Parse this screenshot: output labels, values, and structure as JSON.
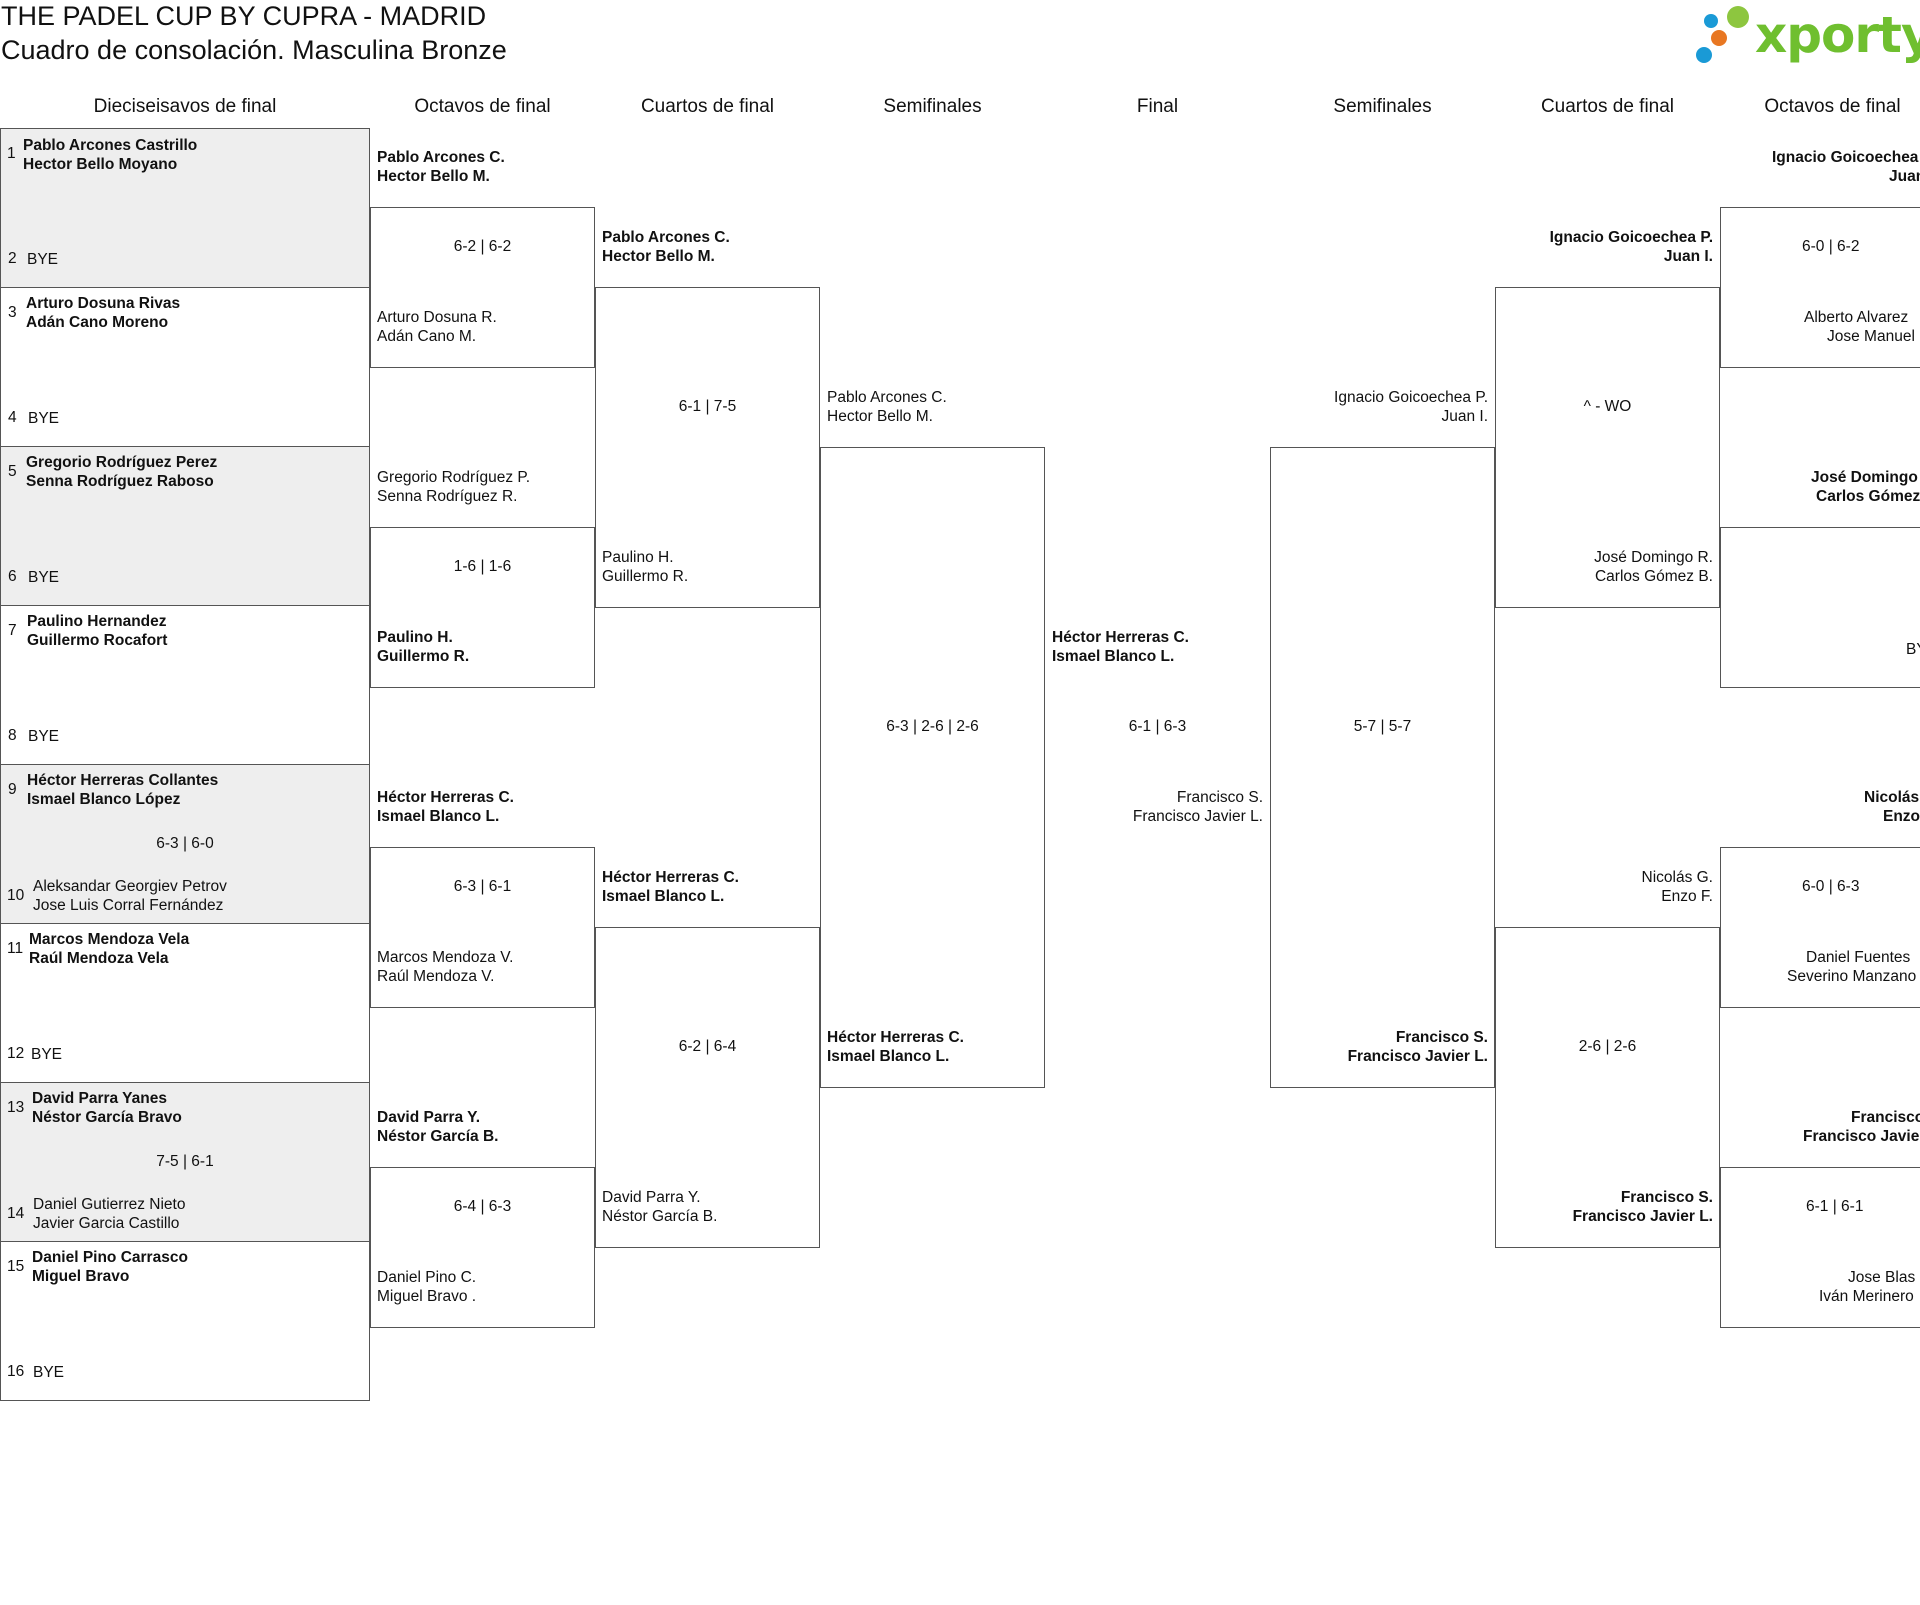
{
  "header": {
    "title": "THE PADEL CUP BY CUPRA - MADRID",
    "subtitle": "Cuadro de consolación. Masculina Bronze",
    "logo_text": "xporty",
    "logo_colors": [
      "#1a9ad6",
      "#e87722",
      "#8dc63f",
      "#6fbf2f"
    ]
  },
  "rounds": [
    "Dieciseisavos de final",
    "Octavos de final",
    "Cuartos de final",
    "Semifinales",
    "Final",
    "Semifinales",
    "Cuartos de final",
    "Octavos de final"
  ],
  "r32": [
    {
      "seed": "1",
      "players": [
        "Pablo Arcones Castrillo",
        "Hector Bello Moyano"
      ]
    },
    {
      "seed": "2",
      "players": [
        "BYE"
      ]
    },
    {
      "seed": "3",
      "players": [
        "Arturo Dosuna Rivas",
        "Adán Cano Moreno"
      ]
    },
    {
      "seed": "4",
      "players": [
        "BYE"
      ]
    },
    {
      "seed": "5",
      "players": [
        "Gregorio Rodríguez Perez",
        "Senna Rodríguez Raboso"
      ]
    },
    {
      "seed": "6",
      "players": [
        "BYE"
      ]
    },
    {
      "seed": "7",
      "players": [
        "Paulino Hernandez",
        "Guillermo Rocafort"
      ]
    },
    {
      "seed": "8",
      "players": [
        "BYE"
      ]
    },
    {
      "seed": "9",
      "players": [
        "Héctor Herreras Collantes",
        "Ismael Blanco López"
      ]
    },
    {
      "seed": "10",
      "players": [
        "Aleksandar Georgiev Petrov",
        "Jose Luis Corral Fernández"
      ]
    },
    {
      "seed": "11",
      "players": [
        "Marcos Mendoza Vela",
        "Raúl Mendoza Vela"
      ]
    },
    {
      "seed": "12",
      "players": [
        "BYE"
      ]
    },
    {
      "seed": "13",
      "players": [
        "David Parra Yanes",
        "Néstor García Bravo"
      ]
    },
    {
      "seed": "14",
      "players": [
        "Daniel Gutierrez Nieto",
        "Javier Garcia Castillo"
      ]
    },
    {
      "seed": "15",
      "players": [
        "Daniel Pino Carrasco",
        "Miguel Bravo"
      ]
    },
    {
      "seed": "16",
      "players": [
        "BYE"
      ]
    }
  ],
  "r32_scores": [
    "6-3 | 6-0",
    "7-5 | 6-1"
  ],
  "left_r16": [
    {
      "players": [
        "Pablo Arcones C.",
        "Hector Bello M."
      ]
    },
    {
      "players": [
        "Arturo Dosuna R.",
        "Adán Cano M."
      ]
    },
    {
      "players": [
        "Gregorio Rodríguez P.",
        "Senna Rodríguez R."
      ]
    },
    {
      "players": [
        "Paulino H.",
        "Guillermo R."
      ]
    },
    {
      "players": [
        "Héctor Herreras C.",
        "Ismael Blanco L."
      ]
    },
    {
      "players": [
        "Marcos Mendoza V.",
        "Raúl Mendoza V."
      ]
    },
    {
      "players": [
        "David Parra Y.",
        "Néstor García B."
      ]
    },
    {
      "players": [
        "Daniel Pino C.",
        "Miguel Bravo ."
      ]
    }
  ],
  "left_r16_scores": [
    "6-2 | 6-2",
    "1-6 | 1-6",
    "6-3 | 6-1",
    "6-4 | 6-3"
  ],
  "left_qf": [
    {
      "players": [
        "Pablo Arcones C.",
        "Hector Bello M."
      ]
    },
    {
      "players": [
        "Paulino H.",
        "Guillermo R."
      ]
    },
    {
      "players": [
        "Héctor Herreras C.",
        "Ismael Blanco L."
      ]
    },
    {
      "players": [
        "David Parra Y.",
        "Néstor García B."
      ]
    }
  ],
  "left_qf_scores": [
    "6-1 | 7-5",
    "6-2 | 6-4"
  ],
  "left_sf": [
    {
      "players": [
        "Pablo Arcones C.",
        "Hector Bello M."
      ]
    },
    {
      "players": [
        "Héctor Herreras C.",
        "Ismael Blanco L."
      ]
    }
  ],
  "left_sf_score": "6-3 | 2-6 | 2-6",
  "final": {
    "top": [
      "Héctor Herreras C.",
      "Ismael Blanco L."
    ],
    "bottom": [
      "Francisco S.",
      "Francisco Javier L."
    ],
    "score": "6-1 | 6-3"
  },
  "right_sf": [
    {
      "players": [
        "Ignacio Goicoechea P.",
        "Juan I."
      ]
    },
    {
      "players": [
        "Francisco S.",
        "Francisco Javier L."
      ]
    }
  ],
  "right_sf_score": "5-7 | 5-7",
  "right_qf": [
    {
      "players": [
        "Ignacio Goicoechea P.",
        "Juan I."
      ]
    },
    {
      "players": [
        "José Domingo R.",
        "Carlos Gómez B."
      ]
    },
    {
      "players": [
        "Nicolás G.",
        "Enzo F."
      ]
    },
    {
      "players": [
        "Francisco S.",
        "Francisco Javier L."
      ]
    }
  ],
  "right_qf_scores": [
    "^ - WO",
    "2-6 | 2-6"
  ],
  "right_r16": [
    {
      "players": [
        "Ignacio Goicoechea",
        "Juan"
      ]
    },
    {
      "players": [
        "Alberto Alvarez",
        "Jose Manuel"
      ]
    },
    {
      "players": [
        "José Domingo",
        "Carlos Gómez"
      ]
    },
    {
      "players": [
        "BY"
      ]
    },
    {
      "players": [
        "Nicolás",
        "Enzo"
      ]
    },
    {
      "players": [
        "Daniel Fuentes",
        "Severino Manzano"
      ]
    },
    {
      "players": [
        "Francisco",
        "Francisco Javier"
      ]
    },
    {
      "players": [
        "Jose Blas",
        "Iván Merinero"
      ]
    }
  ],
  "right_r16_scores": [
    "6-0 | 6-2",
    "6-0 | 6-3",
    "6-1 | 6-1"
  ]
}
